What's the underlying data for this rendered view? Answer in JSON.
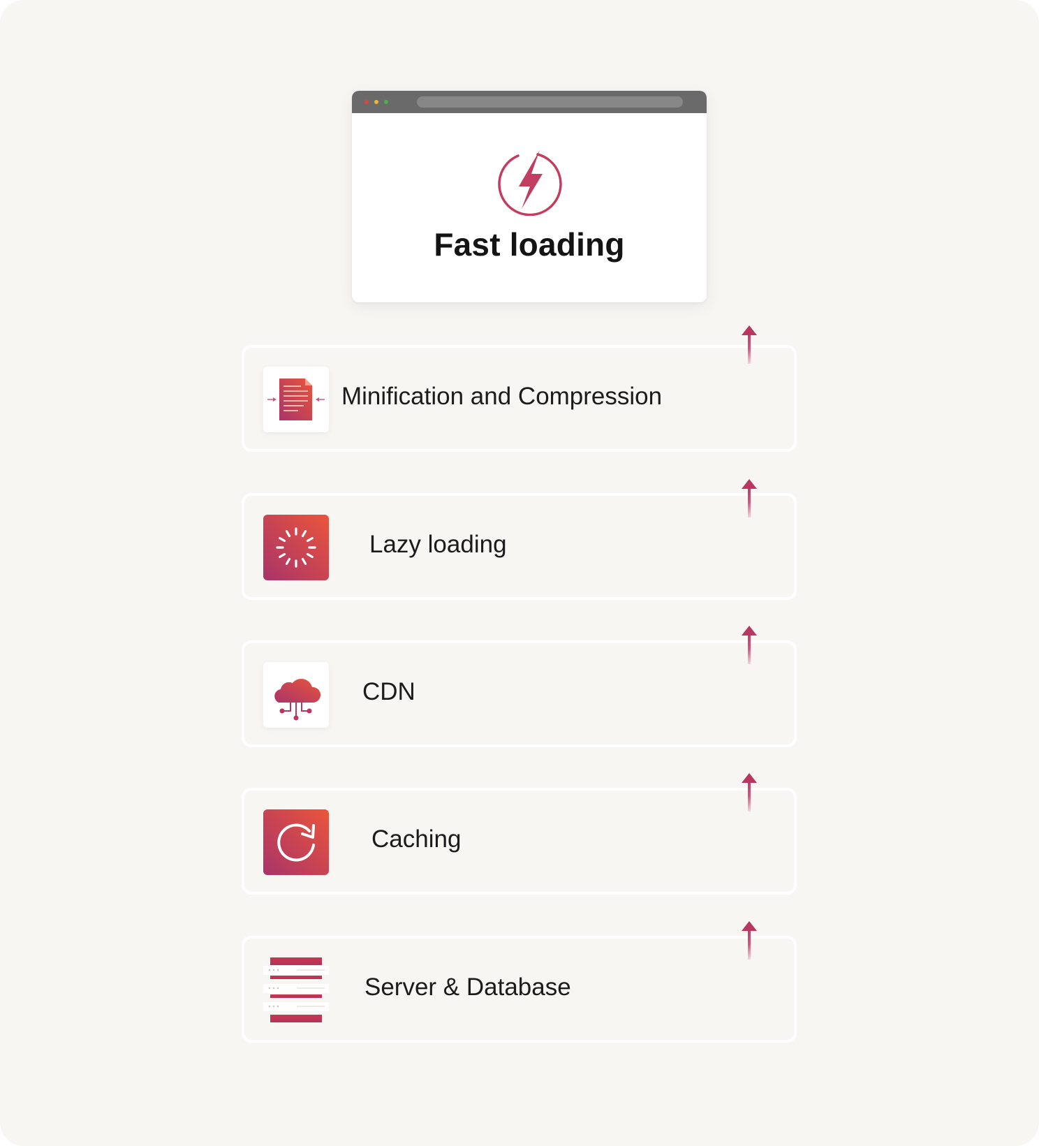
{
  "header": {
    "title": "Fast loading",
    "icon": "lightning-bolt-icon"
  },
  "layers": [
    {
      "label": "Minification and Compression",
      "icon": "compressed-document-icon"
    },
    {
      "label": "Lazy loading",
      "icon": "loading-spinner-icon"
    },
    {
      "label": "CDN",
      "icon": "cloud-network-icon"
    },
    {
      "label": "Caching",
      "icon": "refresh-icon"
    },
    {
      "label": "Server & Database",
      "icon": "server-stack-icon"
    }
  ],
  "colors": {
    "background": "#f8f6f2",
    "accent_start": "#a83469",
    "accent_end": "#ea553c",
    "bolt_stroke": "#c13e60",
    "arrow": "#c2406a",
    "browser_bar": "#6a6a6a"
  }
}
